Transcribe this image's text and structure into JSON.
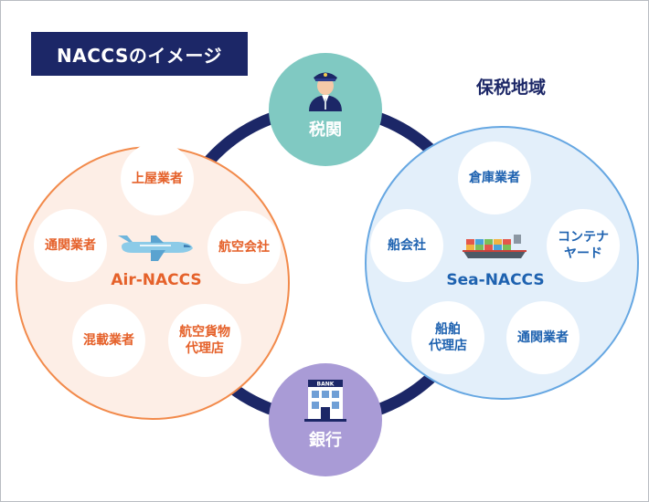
{
  "title": "NACCSのイメージ",
  "bonded_area_label": "保税地域",
  "customs": {
    "label": "税関",
    "icon": "customs-officer-icon"
  },
  "bank": {
    "label": "銀行",
    "icon": "bank-building-icon",
    "sign": "BANK"
  },
  "air": {
    "system_label": "Air-NACCS",
    "icon": "airplane-icon",
    "nodes": [
      "上屋業者",
      "航空会社",
      "航空貨物\n代理店",
      "混載業者",
      "通関業者"
    ]
  },
  "sea": {
    "system_label": "Sea-NACCS",
    "icon": "container-ship-icon",
    "nodes": [
      "倉庫業者",
      "コンテナ\nヤード",
      "通関業者",
      "船舶\n代理店",
      "船会社"
    ]
  },
  "colors": {
    "navy": "#1c2767",
    "ring": "#1c2767",
    "air_accent": "#e5612a",
    "air_border": "#f28a4b",
    "air_fill": "#fdeee6",
    "sea_accent": "#1e62b0",
    "sea_border": "#66a7e2",
    "sea_fill": "#e3effa",
    "customs_fill": "#80c9c2",
    "bank_fill": "#a99bd6"
  }
}
